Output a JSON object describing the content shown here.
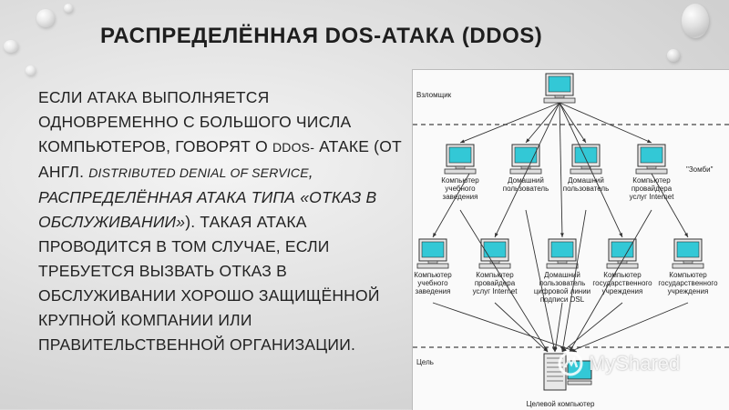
{
  "title": "РАСПРЕДЕЛЁННАЯ DOS-АТАКА (DDOS)",
  "body": {
    "p1": "ЕСЛИ АТАКА ВЫПОЛНЯЕТСЯ ОДНОВРЕМЕННО С БОЛЬШОГО ЧИСЛА КОМПЬЮТЕРОВ, ГОВОРЯТ О ",
    "p2": "DDOS-",
    "p3": "АТАКЕ",
    "p4": " (ОТ АНГЛ. ",
    "p5": "DISTRIBUTED DENIAL OF SERVICE",
    "p6": ", РАСПРЕДЕЛЁННАЯ АТАКА ТИПА «ОТКАЗ В ОБСЛУЖИВАНИИ»",
    "p7": "). ТАКАЯ АТАКА ПРОВОДИТСЯ В ТОМ СЛУЧАЕ, ЕСЛИ ТРЕБУЕТСЯ ВЫЗВАТЬ ОТКАЗ В ОБСЛУЖИВАНИИ ХОРОШО ЗАЩИЩЁННОЙ КРУПНОЙ КОМПАНИИ ИЛИ ПРАВИТЕЛЬСТВЕННОЙ ОРГАНИЗАЦИИ."
  },
  "diagram": {
    "zone_attacker": "Взломщик",
    "zone_zombie": "\"Зомби\"",
    "zone_target": "Цель",
    "target_label": "Целевой компьютер",
    "row1": [
      [
        "Компьютер",
        "учебного",
        "заведения"
      ],
      [
        "Домашний",
        "пользователь"
      ],
      [
        "Домашний",
        "пользователь"
      ],
      [
        "Компьютер",
        "провайдера",
        "услуг Internet"
      ]
    ],
    "row2": [
      [
        "Компьютер",
        "учебного",
        "заведения"
      ],
      [
        "Компьютер",
        "провайдера",
        "услуг Internet"
      ],
      [
        "Домашний",
        "пользователь",
        "цифровой линии",
        "подписи DSL"
      ],
      [
        "Компьютер",
        "государственного",
        "учреждения"
      ],
      [
        "Компьютер",
        "государственного",
        "учреждения"
      ]
    ]
  },
  "watermark": "MyShared",
  "colors": {
    "screen": "#33c8d6",
    "line": "#333333",
    "title": "#1e1e1e"
  }
}
